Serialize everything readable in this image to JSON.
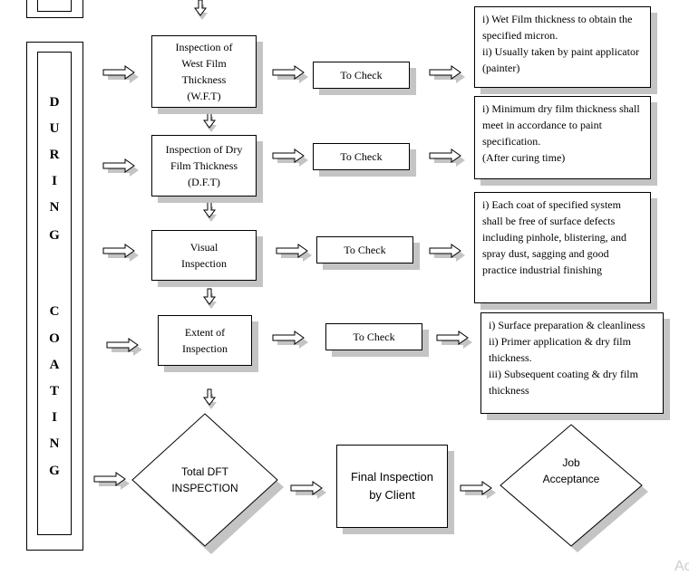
{
  "phase_label": [
    "D",
    "U",
    "R",
    "I",
    "N",
    "G",
    "C",
    "O",
    "A",
    "T",
    "I",
    "N",
    "G"
  ],
  "steps": [
    {
      "label_lines": [
        "Inspection of",
        "West Film",
        "Thickness",
        "(W.F.T)"
      ],
      "check": "To Check",
      "notes": [
        "i) Wet Film thickness to obtain the specified micron.",
        "ii) Usually taken by paint applicator (painter)"
      ]
    },
    {
      "label_lines": [
        "Inspection of Dry",
        "Film Thickness",
        "(D.F.T)"
      ],
      "check": "To Check",
      "notes": [
        "i) Minimum dry film thickness shall meet in accordance to paint specification.",
        "(After curing time)"
      ]
    },
    {
      "label_lines": [
        "Visual",
        "Inspection"
      ],
      "check": "To Check",
      "notes": [
        "i) Each coat of specified system shall be free of surface defects including pinhole, blistering, and spray dust, sagging and good practice industrial finishing"
      ]
    },
    {
      "label_lines": [
        "Extent of",
        "Inspection"
      ],
      "check": "To Check",
      "notes": [
        "i) Surface preparation & cleanliness",
        "ii) Primer application & dry film thickness.",
        "iii) Subsequent coating & dry film thickness"
      ]
    }
  ],
  "final_row": {
    "diamond_1": [
      "Total DFT",
      "INSPECTION"
    ],
    "box": [
      "Final Inspection",
      "by Client"
    ],
    "diamond_2": [
      "Job",
      "Acceptance"
    ]
  },
  "watermark": "Ac"
}
